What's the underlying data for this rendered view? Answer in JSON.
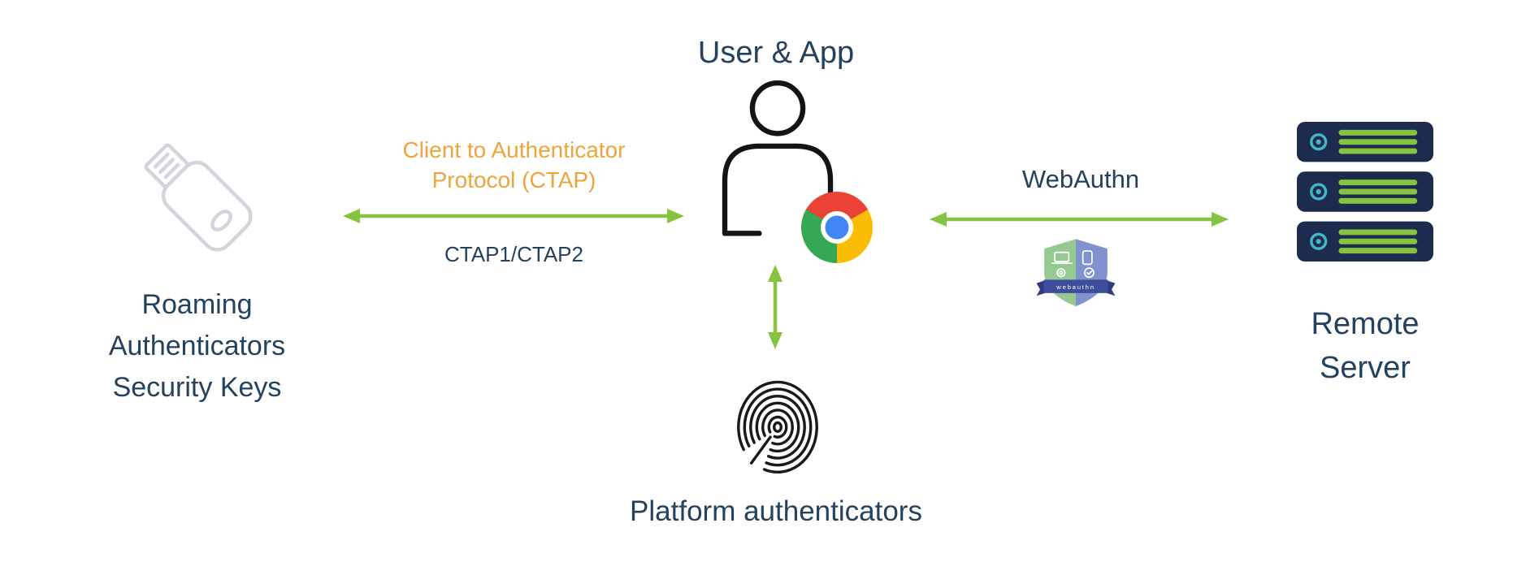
{
  "colors": {
    "navy": "#24415e",
    "orange": "#eca53c",
    "green": "#85c341",
    "server-navy": "#1c2b4e",
    "teal": "#43b5c4",
    "key-gray": "#d3d5dc",
    "chrome-red": "#ea4335",
    "chrome-yellow": "#fbbc05",
    "chrome-green": "#34a853",
    "chrome-blue": "#4285f4",
    "badge-green": "#94ca92",
    "badge-blue": "#8093cf",
    "badge-ribbon": "#3d4d9b",
    "badge-ribbon-dark": "#2e3c7e"
  },
  "nodes": {
    "user_app": {
      "label": "User & App"
    },
    "roaming": {
      "line1": "Roaming",
      "line2": "Authenticators",
      "line3": "Security Keys"
    },
    "remote": {
      "line1": "Remote",
      "line2": "Server"
    },
    "platform": {
      "label": "Platform authenticators"
    }
  },
  "connections": {
    "ctap": {
      "line1": "Client to Authenticator",
      "line2": "Protocol (CTAP)",
      "sub": "CTAP1/CTAP2"
    },
    "webauthn": {
      "label": "WebAuthn"
    }
  },
  "badge": {
    "text": "webauthn"
  }
}
